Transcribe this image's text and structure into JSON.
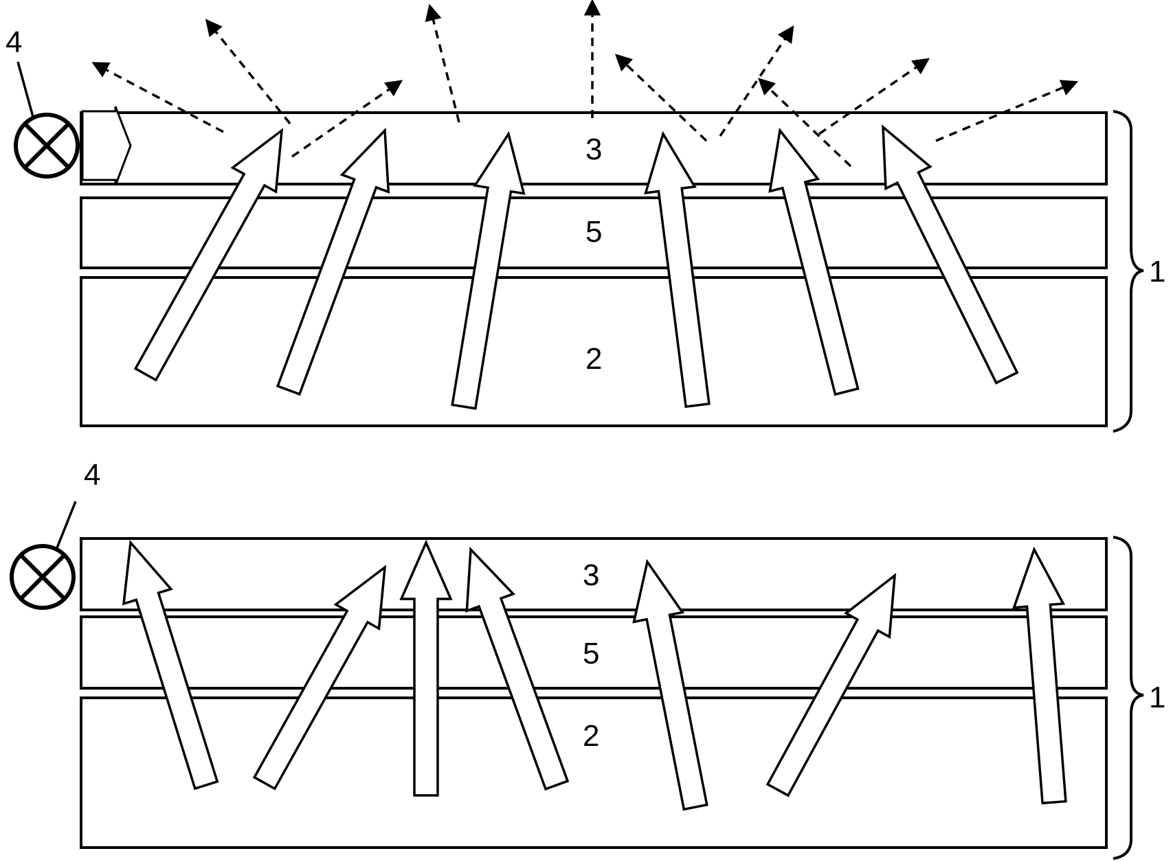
{
  "panels": [
    {
      "id": "top",
      "layer_labels": {
        "top_layer": "3",
        "middle_layer": "5",
        "bottom_layer": "2"
      },
      "stack_label": "1",
      "lamp_label": "4"
    },
    {
      "id": "bottom",
      "layer_labels": {
        "top_layer": "3",
        "middle_layer": "5",
        "bottom_layer": "2"
      },
      "stack_label": "1",
      "lamp_label": "4"
    }
  ],
  "icons": {
    "lamp": "light-source-crossed-circle-icon",
    "arrow": "hollow-block-arrow-icon",
    "dashed_arrow": "dashed-ray-arrow-icon"
  }
}
